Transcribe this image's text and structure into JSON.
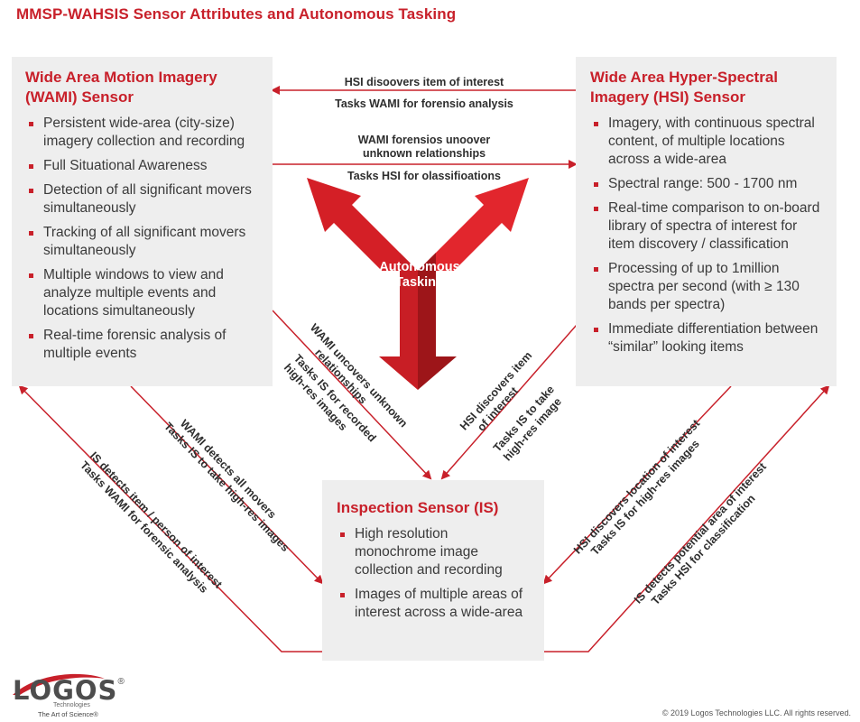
{
  "title": "MMSP-WAHSIS Sensor Attributes and Autonomous Tasking",
  "wami": {
    "heading_line1": "Wide Area Motion Imagery",
    "heading_line2": "(WAMI) Sensor",
    "items": [
      "Persistent wide-area (city-size) imagery collection and recording",
      "Full Situational Awareness",
      "Detection of all significant movers simultaneously",
      "Tracking of all significant movers simultaneously",
      "Multiple windows to view and analyze multiple events and locations simultaneously",
      "Real-time forensic analysis of multiple events"
    ]
  },
  "hsi": {
    "heading_line1": "Wide Area Hyper-Spectral",
    "heading_line2": "Imagery (HSI) Sensor",
    "items": [
      "Imagery, with continuous spectral content, of multiple locations across a wide-area",
      "Spectral range: 500 - 1700 nm",
      "Real-time comparison to on-board library of spectra of interest for item discovery / classification",
      "Processing of up to 1million spectra per second (with ≥ 130 bands per spectra)",
      "Immediate differentiation between “similar” looking items"
    ]
  },
  "is": {
    "heading": "Inspection Sensor (IS)",
    "items": [
      "High resolution monochrome image collection and recording",
      "Images of multiple areas of interest across a wide-area"
    ]
  },
  "center": {
    "line1": "Autonomous",
    "line2": "Tasking"
  },
  "connectors": {
    "hsi_to_wami_1": "HSI disoovers item of interest",
    "hsi_to_wami_2": "Tasks WAMI for forensio analysis",
    "wami_to_hsi_1": "WAMI forensios unoover",
    "wami_to_hsi_2": "unknown relationships",
    "wami_to_hsi_3": "Tasks HSI for olassifioations",
    "wami_is_inner_1": "WAMI uncovers unknown",
    "wami_is_inner_2": "relationships",
    "wami_is_inner_3": "Tasks IS for recorded",
    "wami_is_inner_4": "high-res images",
    "hsi_is_inner_1": "HSI discovers item",
    "hsi_is_inner_2": "of interest",
    "hsi_is_inner_3": "Tasks IS to take",
    "hsi_is_inner_4": "high-res image",
    "wami_is_mid_1": "WAMI detects all movers",
    "wami_is_mid_2": "Tasks IS to take high-res images",
    "is_wami_outer_1": "IS detects item / person of interest",
    "is_wami_outer_2": "Tasks WAMI for forensic analysis",
    "hsi_is_mid_1": "HSI discovers location of interest",
    "hsi_is_mid_2": "Tasks IS for high-res images",
    "is_hsi_outer_1": "IS detects potential area of interest",
    "is_hsi_outer_2": "Tasks HSI for classification"
  },
  "logo": {
    "word": "LOGOS",
    "reg": "®",
    "sub": "Technologies",
    "tagline": "The Art of Science®"
  },
  "copyright": "© 2019 Logos Technologies LLC. All rights reserved.",
  "colors": {
    "accent_red": "#c8202a",
    "arrow_red": "#e2262d",
    "arrow_dark": "#9d1519",
    "box_bg": "#eeeeee"
  }
}
